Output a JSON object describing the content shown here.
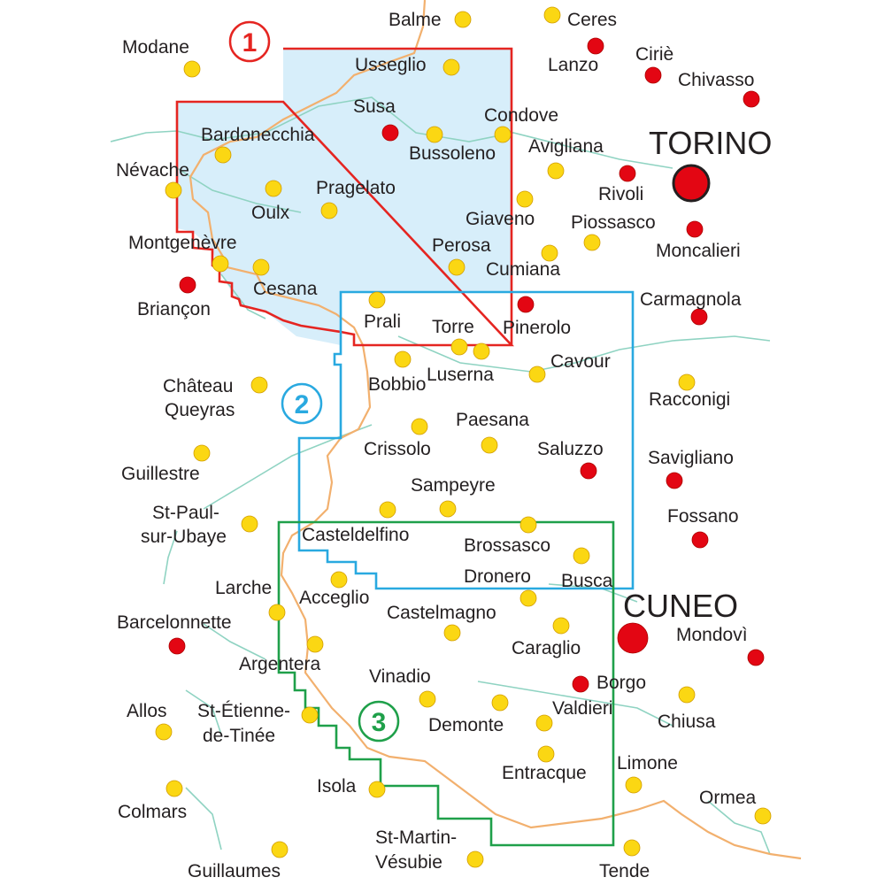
{
  "colors": {
    "background": "#ffffff",
    "region1_fill": "#d7eefa",
    "region1_border": "#e52521",
    "region2_border": "#29a9e0",
    "region3_border": "#1fa04a",
    "town_dot": "#fbd713",
    "city_dot": "#e30613",
    "border_line": "#f2b06e",
    "river_line": "#8fd3c2"
  },
  "regions": [
    {
      "number": "1",
      "color": "#e52521"
    },
    {
      "number": "2",
      "color": "#29a9e0"
    },
    {
      "number": "3",
      "color": "#1fa04a"
    }
  ],
  "places": [
    {
      "name": "Balme",
      "kind": "town"
    },
    {
      "name": "Ceres",
      "kind": "town"
    },
    {
      "name": "Modane",
      "kind": "town"
    },
    {
      "name": "Usseglio",
      "kind": "town"
    },
    {
      "name": "Lanzo",
      "kind": "city"
    },
    {
      "name": "Ciriè",
      "kind": "city"
    },
    {
      "name": "Chivasso",
      "kind": "city"
    },
    {
      "name": "Susa",
      "kind": "city"
    },
    {
      "name": "Condove",
      "kind": "town"
    },
    {
      "name": "Bardonecchia",
      "kind": "town"
    },
    {
      "name": "Bussoleno",
      "kind": "town"
    },
    {
      "name": "Avigliana",
      "kind": "town"
    },
    {
      "name": "TORINO",
      "kind": "capital"
    },
    {
      "name": "Névache",
      "kind": "town"
    },
    {
      "name": "Rivoli",
      "kind": "city"
    },
    {
      "name": "Pragelato",
      "kind": "town"
    },
    {
      "name": "Oulx",
      "kind": "town"
    },
    {
      "name": "Giaveno",
      "kind": "town"
    },
    {
      "name": "Piossasco",
      "kind": "town"
    },
    {
      "name": "Montgenèvre",
      "kind": "town"
    },
    {
      "name": "Moncalieri",
      "kind": "city"
    },
    {
      "name": "Perosa",
      "kind": "town"
    },
    {
      "name": "Cumiana",
      "kind": "town"
    },
    {
      "name": "Briançon",
      "kind": "city"
    },
    {
      "name": "Cesana",
      "kind": "town"
    },
    {
      "name": "Carmagnola",
      "kind": "city"
    },
    {
      "name": "Prali",
      "kind": "town"
    },
    {
      "name": "Torre",
      "kind": "town"
    },
    {
      "name": "Pinerolo",
      "kind": "city"
    },
    {
      "name": "Cavour",
      "kind": "town"
    },
    {
      "name": "Bobbio",
      "kind": "town"
    },
    {
      "name": "Luserna",
      "kind": "town"
    },
    {
      "name": "Château",
      "kind": "town"
    },
    {
      "name": "Queyras",
      "kind": "label"
    },
    {
      "name": "Racconigi",
      "kind": "town"
    },
    {
      "name": "Paesana",
      "kind": "town"
    },
    {
      "name": "Crissolo",
      "kind": "town"
    },
    {
      "name": "Saluzzo",
      "kind": "city"
    },
    {
      "name": "Guillestre",
      "kind": "town"
    },
    {
      "name": "Savigliano",
      "kind": "city"
    },
    {
      "name": "Sampeyre",
      "kind": "town"
    },
    {
      "name": "St-Paul-",
      "kind": "town"
    },
    {
      "name": "sur-Ubaye",
      "kind": "label"
    },
    {
      "name": "Casteldelfino",
      "kind": "town"
    },
    {
      "name": "Fossano",
      "kind": "city"
    },
    {
      "name": "Brossasco",
      "kind": "town"
    },
    {
      "name": "Larche",
      "kind": "town"
    },
    {
      "name": "Acceglio",
      "kind": "town"
    },
    {
      "name": "Dronero",
      "kind": "town"
    },
    {
      "name": "Busca",
      "kind": "town"
    },
    {
      "name": "CUNEO",
      "kind": "capital"
    },
    {
      "name": "Barcelonnette",
      "kind": "city"
    },
    {
      "name": "Castelmagno",
      "kind": "town"
    },
    {
      "name": "Caraglio",
      "kind": "town"
    },
    {
      "name": "Mondovì",
      "kind": "city"
    },
    {
      "name": "Argentera",
      "kind": "town"
    },
    {
      "name": "Vinadio",
      "kind": "town"
    },
    {
      "name": "Borgo",
      "kind": "city"
    },
    {
      "name": "Allos",
      "kind": "town"
    },
    {
      "name": "St-Étienne-",
      "kind": "town"
    },
    {
      "name": "de-Tinée",
      "kind": "label"
    },
    {
      "name": "Demonte",
      "kind": "town"
    },
    {
      "name": "Valdieri",
      "kind": "town"
    },
    {
      "name": "Chiusa",
      "kind": "town"
    },
    {
      "name": "Limone",
      "kind": "town"
    },
    {
      "name": "Entracque",
      "kind": "town"
    },
    {
      "name": "Isola",
      "kind": "town"
    },
    {
      "name": "Colmars",
      "kind": "town"
    },
    {
      "name": "Ormea",
      "kind": "town"
    },
    {
      "name": "St-Martin-",
      "kind": "town"
    },
    {
      "name": "Vésubie",
      "kind": "label"
    },
    {
      "name": "Guillaumes",
      "kind": "town"
    },
    {
      "name": "Tende",
      "kind": "town"
    }
  ]
}
